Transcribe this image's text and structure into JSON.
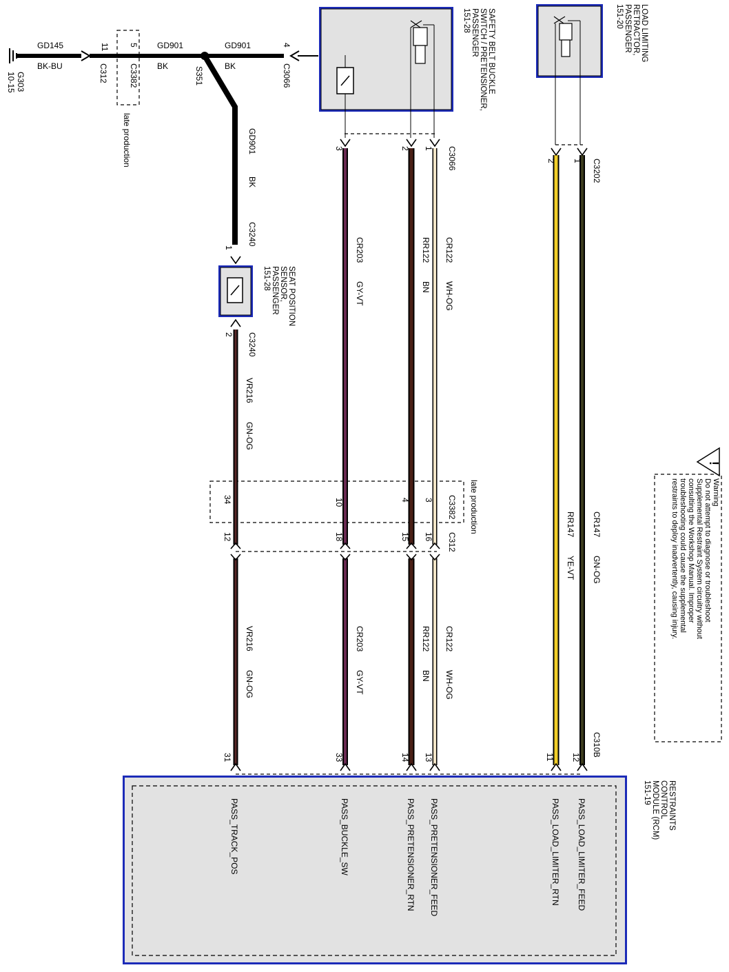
{
  "colors": {
    "component_border": "#1c2bb8",
    "component_fill": "#e2e2e2",
    "wire_BK": "#000000",
    "wire_GY_VT": "#6a2a52",
    "wire_BN": "#4a1f16",
    "wire_WH_OG": "#f4e6c8",
    "wire_GN_OG": "#3c3c1e",
    "wire_YE_VT": "#f2cf2a",
    "wire_VR_GN_OG": "#5a2a2a"
  },
  "ground": {
    "circuit": "GD145",
    "color": "BK-BU",
    "name": "G303",
    "ref": "10-15"
  },
  "ground_path": {
    "c312_pin": "11",
    "c312_label": "C312",
    "c3382_pin": "5",
    "c3382_label": "C3382",
    "late_production": "late production",
    "seg1_circuit": "GD901",
    "seg1_color": "BK",
    "splice": "S351",
    "seg2_circuit": "GD901",
    "seg2_color": "BK",
    "c3066_pin": "4",
    "c3066_label": "C3066",
    "branch_circuit": "GD901",
    "branch_color": "BK"
  },
  "components": {
    "buckle": {
      "line1": "SAFETY BELT BUCKLE",
      "line2": "SWITCH / PRETENSIONER,",
      "line3": "PASSENGER",
      "line4": "151-28"
    },
    "retractor": {
      "line1": "LOAD LIMITING",
      "line2": "RETRACTOR,",
      "line3": "PASSENGER",
      "line4": "151-20"
    },
    "seat_sensor": {
      "line1": "SEAT POSITION",
      "line2": "SENSOR,",
      "line3": "PASSENGER",
      "line4": "151-28",
      "conn": "C3240",
      "pin_top": "1",
      "pin_bottom": "2"
    },
    "rcm": {
      "line1": "RESTRAINTS",
      "line2": "CONTROL",
      "line3": "MODULE (RCM)",
      "line4": "151-19",
      "conn": "C310B"
    }
  },
  "connectors": {
    "c3066": {
      "label": "C3066",
      "pins": [
        "3",
        "2",
        "1"
      ]
    },
    "c3202": {
      "label": "C3202",
      "pins": [
        "2",
        "1"
      ]
    },
    "c3382_mid": {
      "label": "C3382",
      "late_production": "late production",
      "pins": [
        "34",
        "10",
        "4",
        "3"
      ]
    },
    "c312_mid": {
      "label": "C312",
      "pins": [
        "12",
        "18",
        "15",
        "16"
      ]
    },
    "c310b": {
      "label": "C310B",
      "pins": [
        "31",
        "33",
        "14",
        "13",
        "11",
        "12"
      ]
    }
  },
  "wires": [
    {
      "circuit": "CR203",
      "color": "GY-VT"
    },
    {
      "circuit": "RR122",
      "color": "BN"
    },
    {
      "circuit": "CR122",
      "color": "WH-OG"
    },
    {
      "circuit": "RR147",
      "color": "YE-VT"
    },
    {
      "circuit": "CR147",
      "color": "GN-OG"
    },
    {
      "circuit": "VR216",
      "color": "GN-OG"
    }
  ],
  "rcm_signals": [
    "PASS_TRACK_POS",
    "PASS_BUCKLE_SW",
    "PASS_PRETENSIONER_RTN",
    "PASS_PRETENSIONER_FEED",
    "PASS_LOAD_LIMITER_RTN",
    "PASS_LOAD_LIMITER_FEED"
  ],
  "warning": {
    "title": "Warning",
    "lines": [
      "Do not attempt to diagnose or troubleshoot",
      "Supplemental Restraint System circuitry without",
      "consulting the Workshop Manual. Improper",
      "troubleshooting could cause the supplemental",
      "restraints to deploy inadvertently, causing injury."
    ]
  }
}
